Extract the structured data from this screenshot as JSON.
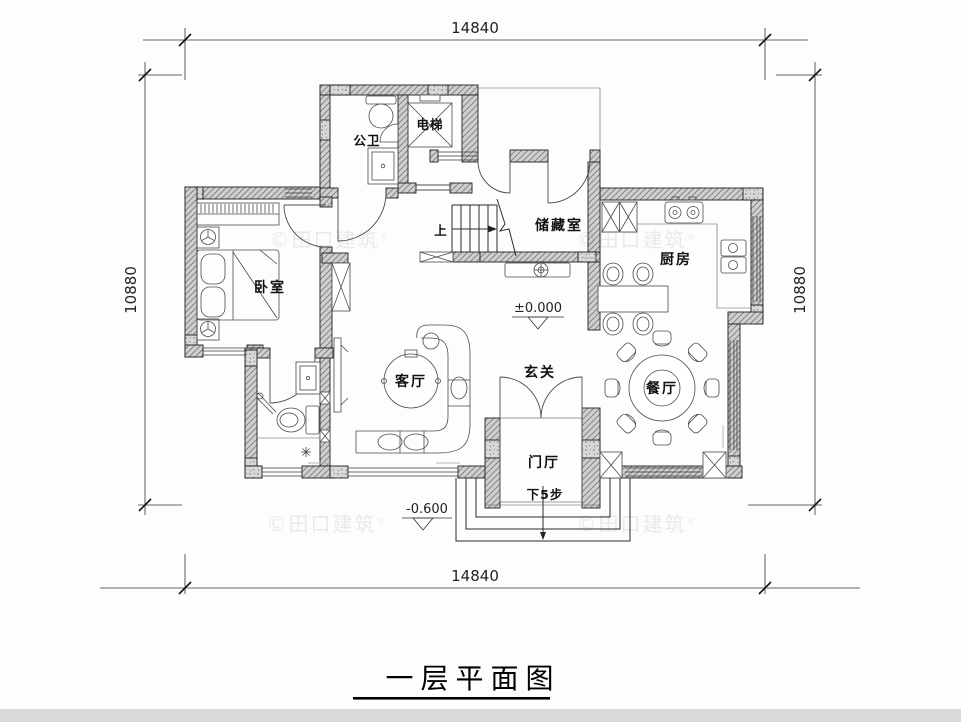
{
  "title": {
    "text": "一层平面图"
  },
  "dimensions": {
    "width_top": "14840",
    "width_bottom": "14840",
    "height_left": "10880",
    "height_right": "10880"
  },
  "rooms": {
    "guest_bath": "公卫",
    "elevator": "电梯",
    "storage": "储藏室",
    "kitchen": "厨房",
    "bedroom": "卧室",
    "living_room": "客厅",
    "entry": "玄关",
    "dining_room": "餐厅",
    "foyer": "门厅"
  },
  "annotations": {
    "stairs_up": "上",
    "steps_down": "下5步",
    "level_main": "±0.000",
    "level_entry": "-0.600"
  },
  "watermark": {
    "text": "©田口建筑",
    "reg": "®"
  }
}
